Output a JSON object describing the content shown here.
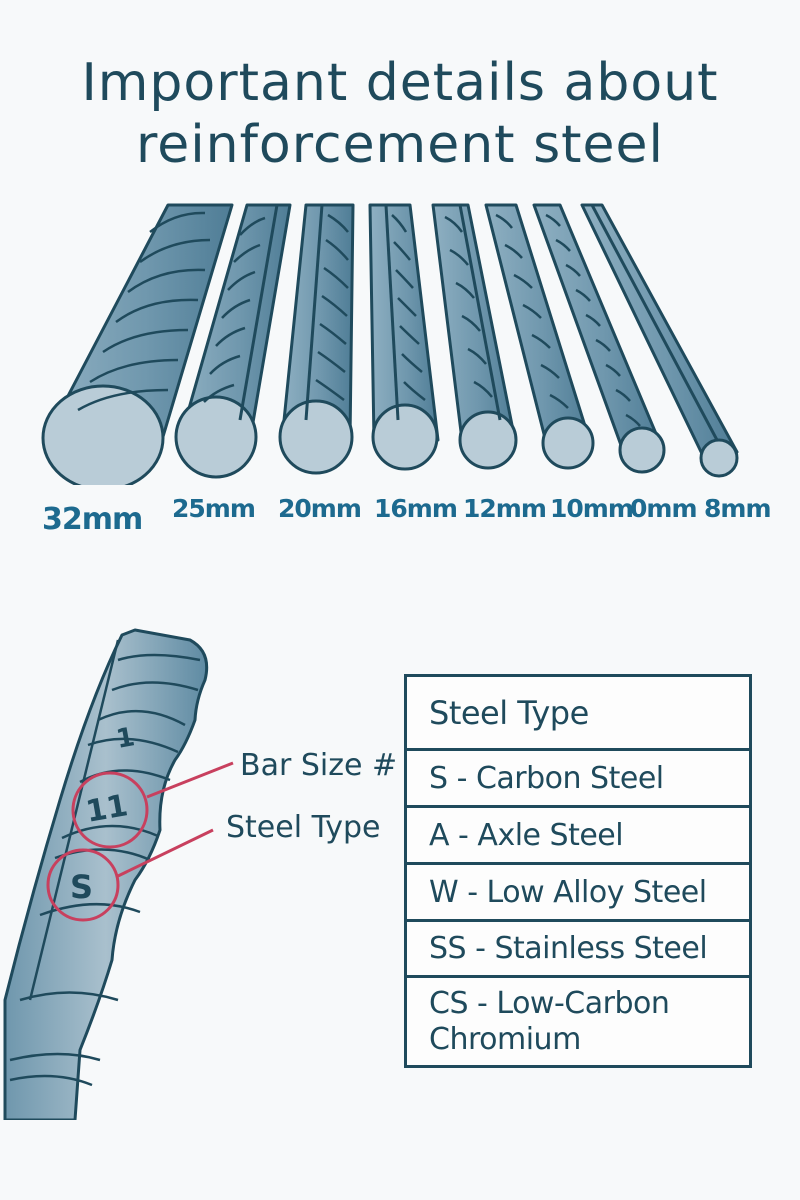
{
  "title": {
    "line1": "Important details about",
    "line2": "reinforcement steel"
  },
  "bar_sizes": [
    {
      "label": "32mm"
    },
    {
      "label": "25mm"
    },
    {
      "label": "20mm"
    },
    {
      "label": "16mm"
    },
    {
      "label": "12mm"
    },
    {
      "label": "10mm"
    },
    {
      "label": "0mm"
    },
    {
      "label": "8mm"
    }
  ],
  "marking_detail": {
    "rebar_markings": [
      "1",
      "11",
      "S"
    ],
    "callouts": [
      {
        "label": "Bar Size #"
      },
      {
        "label": "Steel Type"
      }
    ]
  },
  "steel_type_table": {
    "header": "Steel Type",
    "rows": [
      {
        "text": "S - Carbon Steel"
      },
      {
        "text": "A - Axle Steel"
      },
      {
        "text": "W - Low Alloy Steel"
      },
      {
        "text": "SS - Stainless Steel"
      },
      {
        "line1": "CS - Low-Carbon",
        "line2": "Chromium"
      }
    ]
  },
  "colors": {
    "ink": "#1f4a5c",
    "steel": "#9fb8c6",
    "label_blue": "#1d6a8f",
    "callout_red": "#c8405e"
  }
}
